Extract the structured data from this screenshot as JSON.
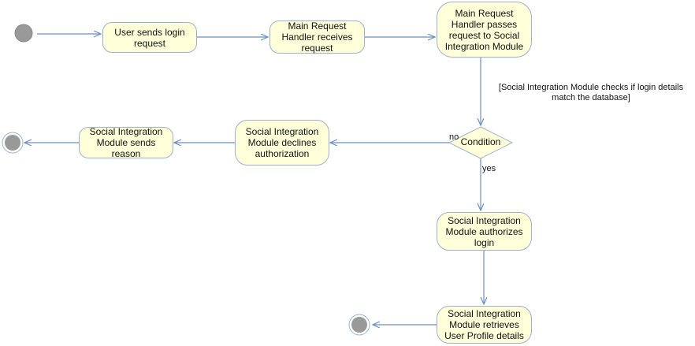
{
  "nodes": {
    "user_sends_login": "User sends login\nrequest",
    "main_handler_receives": "Main Request\nHandler receives\nrequest",
    "main_handler_passes": "Main Request\nHandler passes\nrequest to Social\nIntegration Module",
    "declines_authorization": "Social Integration\nModule declines\nauthorization",
    "sends_reason": "Social Integration\nModule sends reason",
    "authorizes_login": "Social Integration\nModule authorizes\nlogin",
    "retrieves_profile": "Social Integration\nModule retrieves\nUser Profile details"
  },
  "decision": {
    "label": "Condition"
  },
  "edge_labels": {
    "guard": "[Social Integration Module checks if login details\nmatch the database]",
    "no": "no",
    "yes": "yes"
  },
  "colors": {
    "node_fill": "#ffffd9",
    "node_border": "#9db2c9",
    "arrow": "#6c8ebf",
    "terminal_fill": "#999999"
  }
}
